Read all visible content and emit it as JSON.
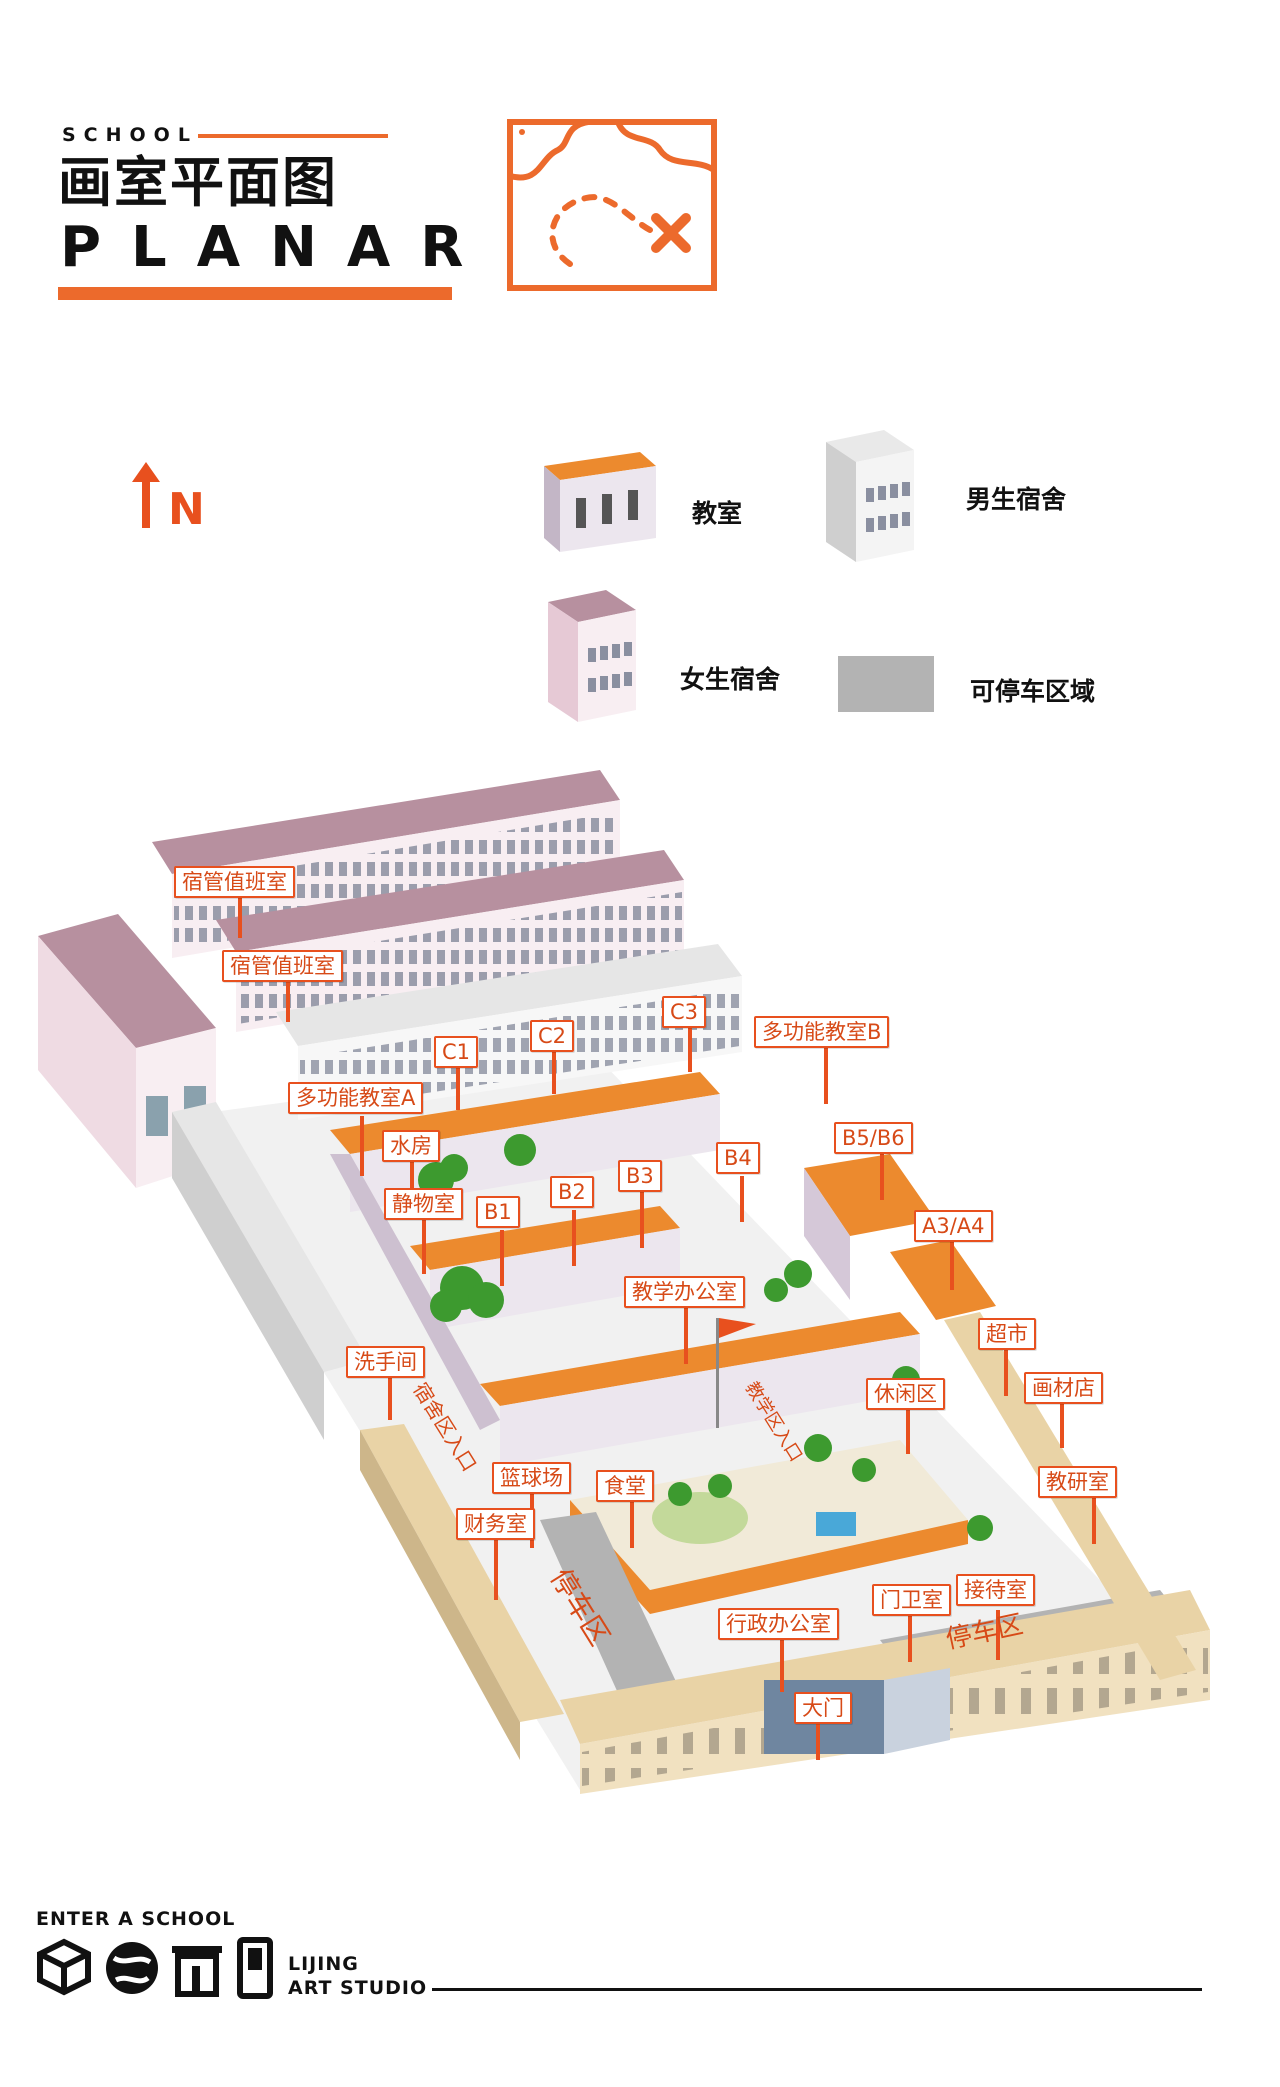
{
  "header": {
    "school": "SCHOOL",
    "title_cn": "画室平面图",
    "title_en": "PLANAR"
  },
  "legend": {
    "north": "N",
    "classroom": "教室",
    "boys_dorm": "男生宿舍",
    "girls_dorm": "女生宿舍",
    "parking": "可停车区域"
  },
  "colors": {
    "accent": "#e8501e",
    "classroom_roof": "#ec8a2e",
    "girls_dorm_roof": "#b7909f",
    "boys_dorm_roof": "#e5e5e5",
    "parking": "#b3b3b3",
    "wall_tan": "#e9d3a6"
  },
  "map": {
    "labels": {
      "dorm_duty_1": "宿管值班室",
      "dorm_duty_2": "宿管值班室",
      "c1": "C1",
      "c2": "C2",
      "c3": "C3",
      "multi_a": "多功能教室A",
      "multi_b": "多功能教室B",
      "water": "水房",
      "still_life": "静物室",
      "b1": "B1",
      "b2": "B2",
      "b3": "B3",
      "b4": "B4",
      "b56": "B5/B6",
      "a34": "A3/A4",
      "teaching_office": "教学办公室",
      "restroom": "洗手间",
      "supermarket": "超市",
      "art_store": "画材店",
      "rest_area": "休闲区",
      "research": "教研室",
      "basketball": "篮球场",
      "canteen": "食堂",
      "finance": "财务室",
      "guard": "门卫室",
      "reception": "接待室",
      "admin_office": "行政办公室",
      "main_gate": "大门"
    },
    "zones": {
      "dorm_entrance": "宿舍区入口",
      "teaching_entrance": "教学区入口",
      "parking_west": "停车区",
      "parking_east": "停车区"
    }
  },
  "footer": {
    "enter": "ENTER A SCHOOL",
    "studio_line1": "LIJING",
    "studio_line2": "ART STUDIO"
  }
}
